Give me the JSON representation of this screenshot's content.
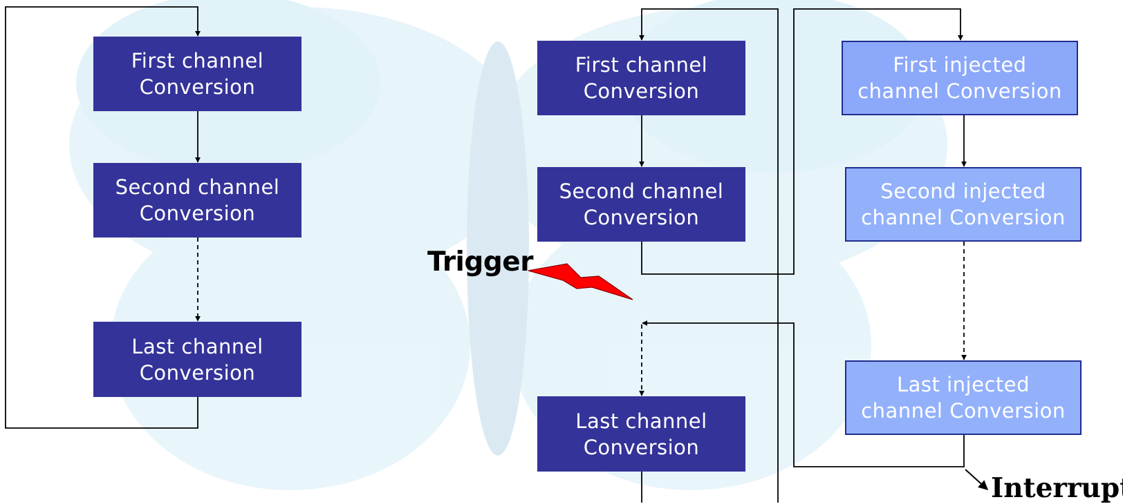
{
  "colors": {
    "regular_box": "#343399",
    "injected_box": "#93b1fb",
    "trigger_bolt": "#ff0000",
    "watermark": "#d4eef8"
  },
  "left_sequence": {
    "first": {
      "line1": "First channel",
      "line2": "Conversion"
    },
    "second": {
      "line1": "Second channel",
      "line2": "Conversion"
    },
    "last": {
      "line1": "Last channel",
      "line2": "Conversion"
    }
  },
  "regular_sequence": {
    "first": {
      "line1": "First channel",
      "line2": "Conversion"
    },
    "second": {
      "line1": "Second channel",
      "line2": "Conversion"
    },
    "last": {
      "line1": "Last channel",
      "line2": "Conversion"
    }
  },
  "injected_sequence": {
    "first": {
      "line1": "First injected",
      "line2": "channel Conversion"
    },
    "second": {
      "line1": "Second injected",
      "line2": "channel Conversion"
    },
    "last": {
      "line1": "Last injected",
      "line2": "channel Conversion"
    }
  },
  "labels": {
    "trigger": "Trigger",
    "interrupt": "Interrupt"
  }
}
